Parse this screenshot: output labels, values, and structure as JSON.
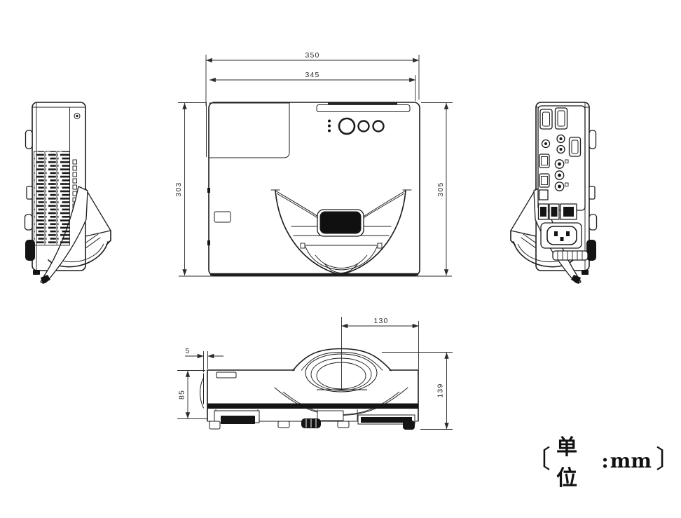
{
  "dimensions": {
    "top_width": "350",
    "top_width_inner": "345",
    "side_depth_left": "303",
    "side_depth_right": "305",
    "front_lens_center_offset": "130",
    "front_left_lip": "5",
    "front_body_height": "85",
    "front_overall_height": "139"
  },
  "unit_note": {
    "open": "〔",
    "label": "单位",
    "separator": ":",
    "unit": "mm",
    "close": "〕"
  },
  "colors": {
    "line": "#1c1c1c",
    "dim_line": "#2a2a2a",
    "background": "#ffffff",
    "dark_fill": "#141414"
  }
}
